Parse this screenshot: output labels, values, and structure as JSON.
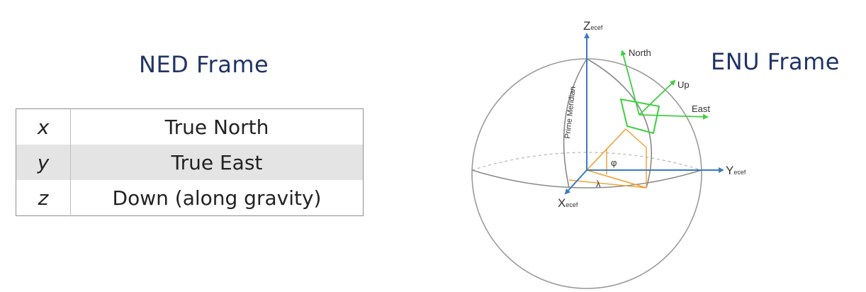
{
  "ned": {
    "title": "NED Frame",
    "rows": [
      {
        "axis": "x",
        "desc": "True North"
      },
      {
        "axis": "y",
        "desc": "True East"
      },
      {
        "axis": "z",
        "desc": "Down (along gravity)"
      }
    ]
  },
  "enu": {
    "title": "ENU Frame",
    "labels": {
      "z_axis": "Z",
      "z_sub": "ecef",
      "y_axis": "Y",
      "y_sub": "ecef",
      "x_axis": "X",
      "x_sub": "ecef",
      "north": "North",
      "up": "Up",
      "east": "East",
      "prime_meridian": "Prime Meridian",
      "phi": "φ",
      "lambda": "λ"
    }
  },
  "colors": {
    "title": "#1f3466",
    "ecef_axes": "#3a7bbf",
    "local_frame": "#3fcf3f",
    "angles": "#f0a030",
    "globe": "#9a9a9a"
  }
}
